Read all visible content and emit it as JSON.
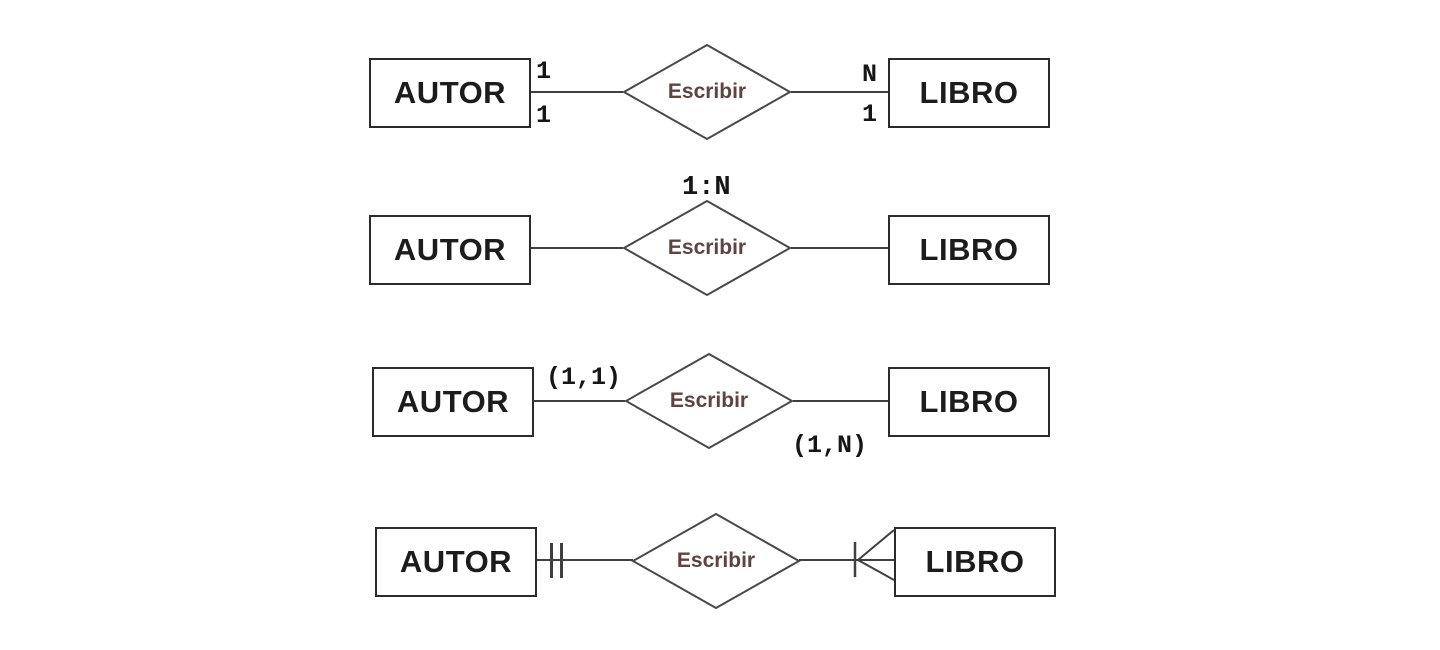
{
  "colors": {
    "background": "#ffffff",
    "line": "#3f3f3f",
    "box_border": "#2b2b2b",
    "entity_text": "#1c1c1c",
    "relation_text": "#5e4340",
    "cardinality_text": "#161616"
  },
  "rows": [
    {
      "left_entity": "AUTOR",
      "relation": "Escribir",
      "right_entity": "LIBRO",
      "cardinalities": {
        "left_above": "1",
        "left_below": "1",
        "right_above": "N",
        "right_below": "1"
      }
    },
    {
      "left_entity": "AUTOR",
      "relation": "Escribir",
      "right_entity": "LIBRO",
      "cardinalities": {
        "above_diamond": "1:N"
      }
    },
    {
      "left_entity": "AUTOR",
      "relation": "Escribir",
      "right_entity": "LIBRO",
      "cardinalities": {
        "left_above": "(1,1)",
        "right_below": "(1,N)"
      }
    },
    {
      "left_entity": "AUTOR",
      "relation": "Escribir",
      "right_entity": "LIBRO",
      "connectors": {
        "left": "double-bar",
        "right": "bar-crow-foot"
      }
    }
  ]
}
